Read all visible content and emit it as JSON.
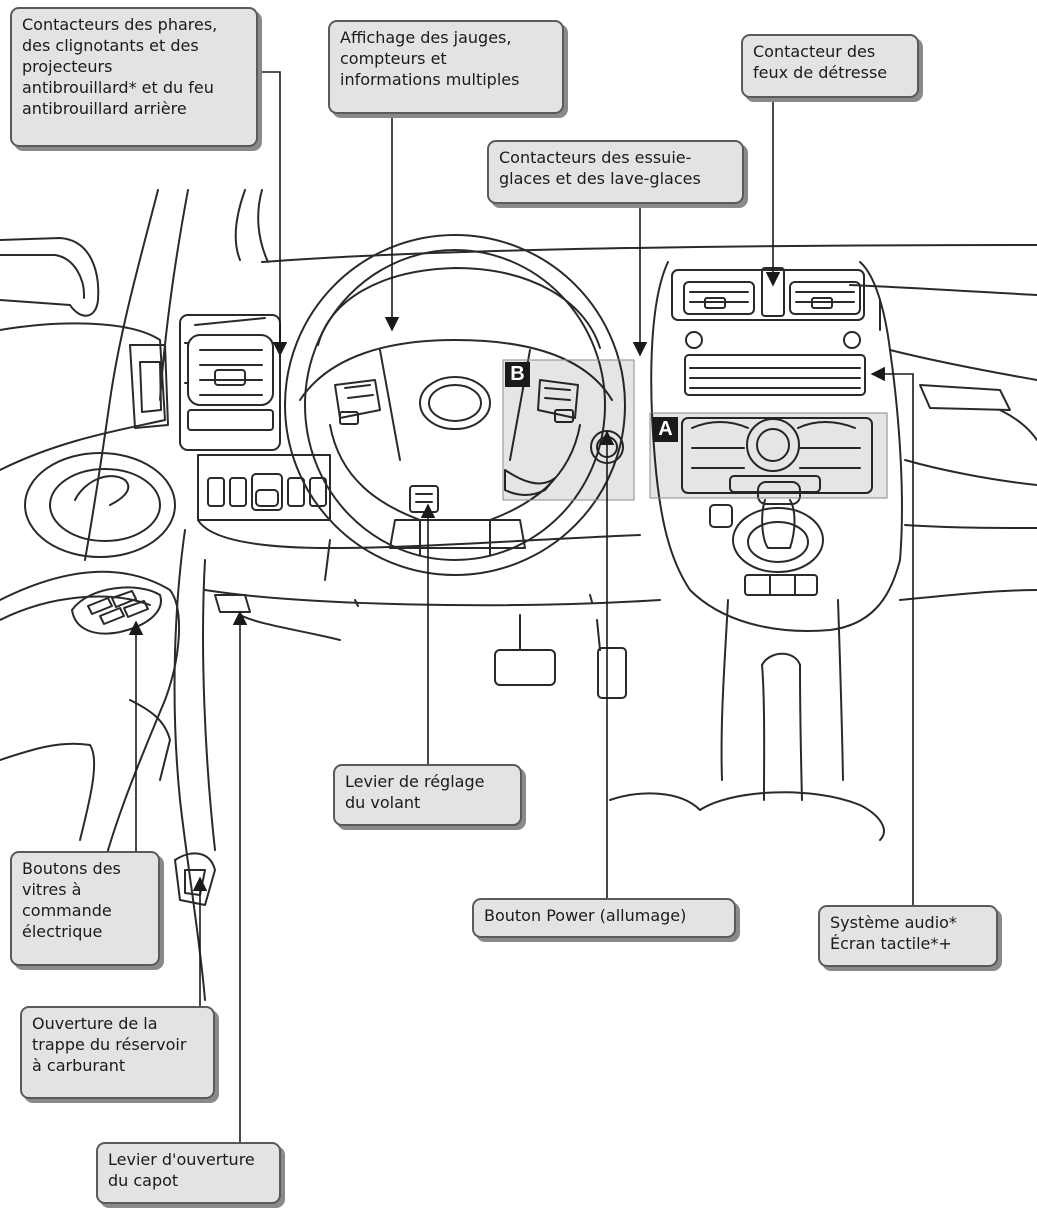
{
  "labels": {
    "headlights": [
      "Contacteurs des phares,",
      "des clignotants et des",
      "projecteurs",
      "antibrouillard* et du feu",
      "antibrouillard arrière"
    ],
    "gauges": [
      "Affichage des jauges,",
      "compteurs et",
      "informations multiples"
    ],
    "hazard": [
      "Contacteur des",
      "feux de détresse"
    ],
    "wipers": [
      "Contacteurs des essuie-",
      "glaces et des lave-glaces"
    ],
    "steering_lever": [
      "Levier de réglage",
      "du volant"
    ],
    "windows": [
      "Boutons des",
      "vitres à",
      "commande",
      "électrique"
    ],
    "power_button": [
      "Bouton Power (allumage)"
    ],
    "audio": [
      "Système audio*",
      "Écran tactile*+"
    ],
    "fuel": [
      "Ouverture de la",
      "trappe du réservoir",
      "à carburant"
    ],
    "hood": [
      "Levier d'ouverture",
      "du capot"
    ]
  },
  "zones": {
    "a": "A",
    "b": "B"
  }
}
